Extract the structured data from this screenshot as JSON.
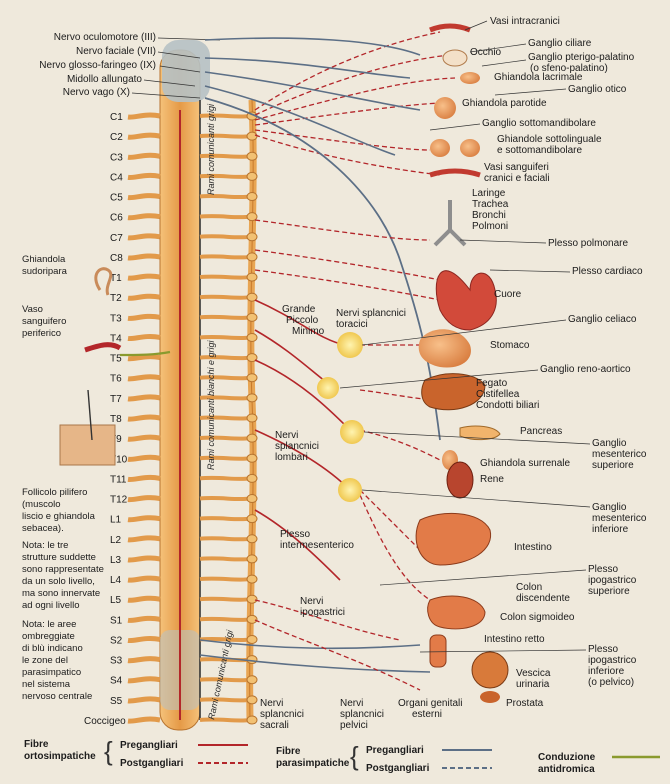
{
  "colors": {
    "preganglionic_symp": "#b3262a",
    "postganglionic_symp": "#b3262a",
    "preganglionic_para": "#5c6f86",
    "postganglionic_para": "#5c6f86",
    "antidromic": "#8a9a2e",
    "spine": "#e8a553",
    "ganglion": "#f3d46a"
  },
  "cranial_nerves": [
    "Nervo oculomotore (III)",
    "Nervo faciale (VII)",
    "Nervo glosso-faringeo (IX)",
    "Midollo allungato",
    "Nervo vago (X)"
  ],
  "vertebra_labels": [
    "C1",
    "C2",
    "C3",
    "C4",
    "C5",
    "C6",
    "C7",
    "C8",
    "T1",
    "T2",
    "T3",
    "T4",
    "T5",
    "T6",
    "T7",
    "T8",
    "T9",
    "T10",
    "T11",
    "T12",
    "L1",
    "L2",
    "L3",
    "L4",
    "L5",
    "S1",
    "S2",
    "S3",
    "S4",
    "S5",
    "Coccigeo"
  ],
  "rotated_labels": {
    "rami_comunicanti_grigi_top": "Rami comunicanti grigi",
    "rami_comunicanti_bianchi_e_grigi": "Rami comunicanti bianchi e grigi",
    "rami_comunicanti_grigi_bottom": "Rami comunicanti grigi"
  },
  "left_annotations": {
    "ghiandola_sudoripara": [
      "Ghiandola",
      "sudoripara"
    ],
    "vaso_sanguifero": [
      "Vaso",
      "sanguifero",
      "periferico"
    ],
    "follicolo": [
      "Follicolo pilifero",
      "(muscolo",
      "liscio e ghiandola",
      "sebacea)."
    ],
    "nota1": [
      "Nota: le tre",
      "strutture suddette",
      "sono rappresentate",
      "da un solo livello,",
      "ma sono innervate",
      "ad ogni livello"
    ],
    "nota2": [
      "Nota: le aree",
      "ombreggiate",
      "di blù indicano",
      "le zone del",
      "parasimpatico",
      "nel sistema",
      "nervoso centrale"
    ]
  },
  "middle_labels": {
    "splancnici_toracici": [
      "Nervi splancnici",
      "toracici"
    ],
    "grande_piccolo_minimo": [
      "Grande",
      "Piccolo",
      "Minimo"
    ],
    "splancnici_lombari": [
      "Nervi",
      "splancnici",
      "lombari"
    ],
    "plesso_intermesenterico": [
      "Plesso",
      "intermesenterico"
    ],
    "nervi_ipogastrici": [
      "Nervi",
      "ipogastrici"
    ],
    "splancnici_sacrali": [
      "Nervi",
      "splancnici",
      "sacrali"
    ],
    "splancnici_pelvici": [
      "Nervi",
      "splancnici",
      "pelvici"
    ],
    "organi_genitali": [
      "Organi genitali",
      "esterni"
    ]
  },
  "organ_labels": {
    "vasi_intracranici": [
      "Vasi intracranici"
    ],
    "occhio": [
      "Occhio"
    ],
    "ganglio_ciliare": [
      "Ganglio ciliare"
    ],
    "ganglio_pterigo": [
      "Ganglio pterigo-palatino",
      "(o sfeno-palatino)"
    ],
    "ghiandola_lacrimale": [
      "Ghiandola lacrimale"
    ],
    "ganglio_otico": [
      "Ganglio otico"
    ],
    "ghiandola_parotide": [
      "Ghiandola parotide"
    ],
    "ganglio_sottomandibolare": [
      "Ganglio sottomandibolare"
    ],
    "ghiandole_sottolinguale": [
      "Ghiandole sottolinguale",
      "e sottomandibolare"
    ],
    "vasi_cranici": [
      "Vasi sanguiferi",
      "cranici e faciali"
    ],
    "laringe": [
      "Laringe",
      "Trachea",
      "Bronchi",
      "Polmoni"
    ],
    "plesso_polmonare": [
      "Plesso polmonare"
    ],
    "plesso_cardiaco": [
      "Plesso cardiaco"
    ],
    "cuore": [
      "Cuore"
    ],
    "ganglio_celiaco": [
      "Ganglio celiaco"
    ],
    "stomaco": [
      "Stomaco"
    ],
    "ganglio_reno_aortico": [
      "Ganglio reno-aortico"
    ],
    "fegato": [
      "Fegato",
      "Cistifellea",
      "Condotti biliari"
    ],
    "pancreas": [
      "Pancreas"
    ],
    "ganglio_mes_sup": [
      "Ganglio",
      "mesenterico",
      "superiore"
    ],
    "ghiandola_surrenale": [
      "Ghiandola surrenale"
    ],
    "rene": [
      "Rene"
    ],
    "ganglio_mes_inf": [
      "Ganglio",
      "mesenterico",
      "inferiore"
    ],
    "intestino": [
      "Intestino"
    ],
    "plesso_ipo_sup": [
      "Plesso",
      "ipogastrico",
      "superiore"
    ],
    "colon_discendente": [
      "Colon",
      "discendente"
    ],
    "colon_sigmoideo": [
      "Colon sigmoideo"
    ],
    "intestino_retto": [
      "Intestino retto"
    ],
    "plesso_ipo_inf": [
      "Plesso",
      "ipogastrico",
      "inferiore",
      "(o pelvico)"
    ],
    "vescica": [
      "Vescica",
      "urinaria"
    ],
    "prostata": [
      "Prostata"
    ]
  },
  "legend": {
    "ortho_title": [
      "Fibre",
      "ortosimpatiche"
    ],
    "para_title": [
      "Fibre",
      "parasimpatiche"
    ],
    "pregangliari": "Pregangliari",
    "postgangliari": "Postgangliari",
    "conduzione": [
      "Conduzione",
      "antidromica"
    ]
  }
}
